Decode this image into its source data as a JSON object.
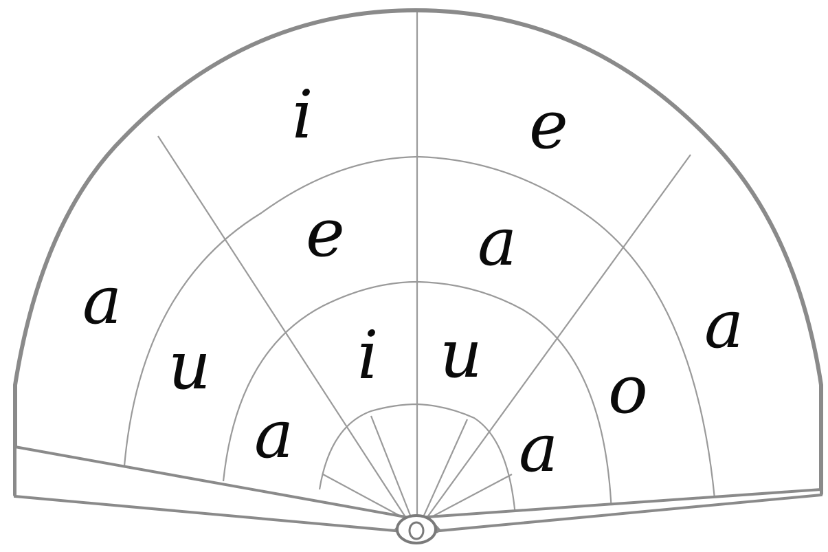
{
  "fan": {
    "outer_letters": [
      "a",
      "i",
      "e",
      "a"
    ],
    "middle_letters": [
      "u",
      "e",
      "a",
      "o"
    ],
    "inner_letters": [
      "a",
      "i",
      "u",
      "a"
    ]
  }
}
